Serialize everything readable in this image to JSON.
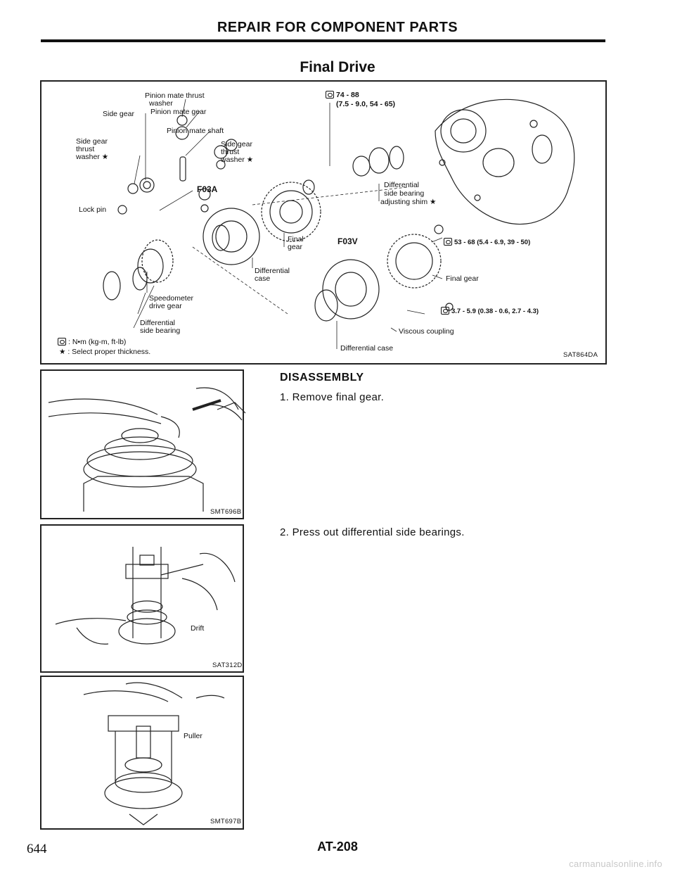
{
  "header": {
    "title": "REPAIR FOR COMPONENT PARTS"
  },
  "section": {
    "title": "Final Drive"
  },
  "diagram": {
    "labels": {
      "pinion_mate_thrust_washer_1": "Pinion mate thrust",
      "pinion_mate_thrust_washer_2": "washer",
      "pinion_mate_gear": "Pinion mate gear",
      "side_gear": "Side gear",
      "pinion_mate_shaft": "Pinion mate shaft",
      "side_gear_thrust_washer_l1": "Side gear",
      "side_gear_thrust_washer_l2": "thrust",
      "side_gear_thrust_washer_l3": "washer ★",
      "side_gear_thrust_washer_r1": "Side gear",
      "side_gear_thrust_washer_r2": "thrust",
      "side_gear_thrust_washer_r3": "washer ★",
      "f03a": "F03A",
      "lock_pin": "Lock pin",
      "final_gear_1": "Final",
      "final_gear_2": "gear",
      "differential_case_1": "Differential",
      "differential_case_2": "case",
      "speedometer_drive_gear_1": "Speedometer",
      "speedometer_drive_gear_2": "drive gear",
      "differential_side_bearing_1": "Differential",
      "differential_side_bearing_2": "side bearing",
      "legend_torque": ": N•m (kg-m, ft-lb)",
      "legend_star": "★ : Select proper thickness.",
      "torque_top_1": "74 - 88",
      "torque_top_2": "(7.5 - 9.0, 54 - 65)",
      "shim_1": "Differential",
      "shim_2": "side bearing",
      "shim_3": "adjusting shim ★",
      "f03v": "F03V",
      "torque_mid": "53 - 68 (5.4 - 6.9, 39 - 50)",
      "final_gear_right": "Final gear",
      "torque_low": "3.7 - 5.9 (0.38 - 0.6, 2.7 - 4.3)",
      "viscous_coupling": "Viscous coupling",
      "differential_case_right": "Differential case",
      "figure_code": "SAT864DA"
    }
  },
  "figures": {
    "fig1_code": "SMT696B",
    "fig2_code": "SAT312D",
    "fig2_label": "Drift",
    "fig3_code": "SMT697B",
    "fig3_label": "Puller"
  },
  "disassembly": {
    "heading": "DISASSEMBLY",
    "step1": "1.  Remove final gear.",
    "step2": "2.  Press out differential side bearings."
  },
  "footer": {
    "page_number": "644",
    "page_code": "AT-208",
    "watermark": "carmanualsonline.info"
  }
}
